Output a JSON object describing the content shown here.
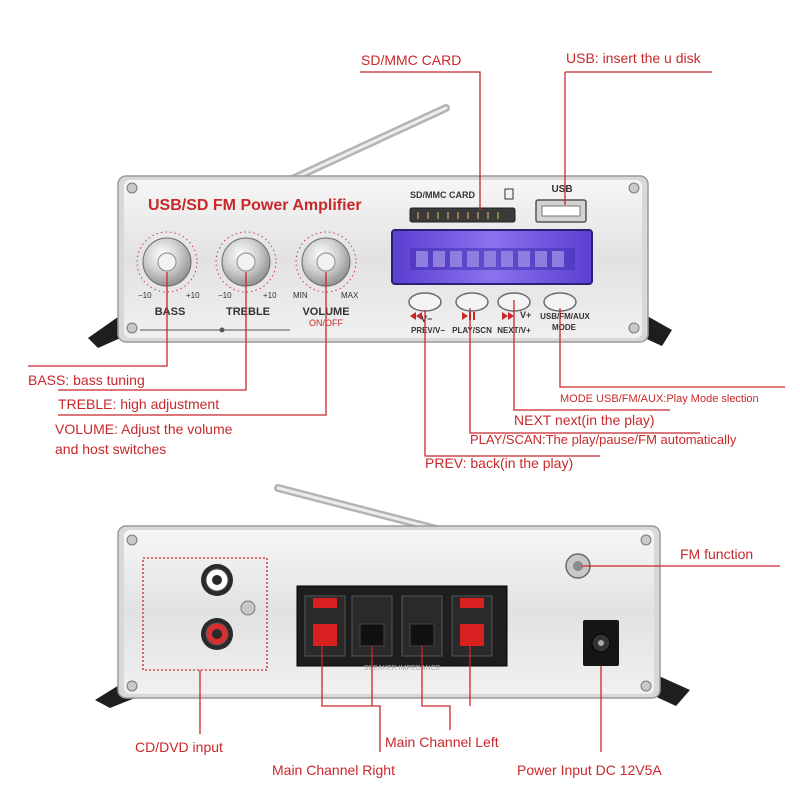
{
  "front_panel": {
    "title": "USB/SD  FM  Power Amplifier",
    "sd_label": "SD/MMC  CARD",
    "usb_label": "USB",
    "knobs": [
      {
        "name": "BASS",
        "min": "−10",
        "max": "+10"
      },
      {
        "name": "TREBLE",
        "min": "−10",
        "max": "+10"
      },
      {
        "name": "VOLUME",
        "sub": "ON/OFF",
        "min": "MIN",
        "max": "MAX"
      }
    ],
    "buttons": [
      {
        "top": "V−",
        "bottom": "PREV/V−"
      },
      {
        "top": "",
        "bottom": "PLAY/SCN"
      },
      {
        "top": "V+",
        "bottom": "NEXT/V+"
      },
      {
        "top": "USB/FM/AUX",
        "bottom": "MODE"
      }
    ]
  },
  "back_panel": {
    "impedance_label": "SPEAKER IMPEDANCE"
  },
  "callouts": {
    "sd_card": "SD/MMC CARD",
    "usb": "USB: insert the u disk",
    "bass": "BASS: bass tuning",
    "treble": "TREBLE: high adjustment",
    "volume_line1": "VOLUME: Adjust the volume",
    "volume_line2": "and host switches",
    "mode": "MODE USB/FM/AUX:Play Mode slection",
    "next": "NEXT next(in the play)",
    "play": "PLAY/SCAN:The play/pause/FM automatically",
    "prev": "PREV: back(in the play)",
    "fm": "FM function",
    "cd_dvd": "CD/DVD input",
    "main_left": "Main Channel Left",
    "main_right": "Main Channel Right",
    "power": "Power Input DC 12V5A"
  },
  "colors": {
    "callout": "#c8282a",
    "panel": "#ececec",
    "lcd": "#6a4fd6"
  }
}
